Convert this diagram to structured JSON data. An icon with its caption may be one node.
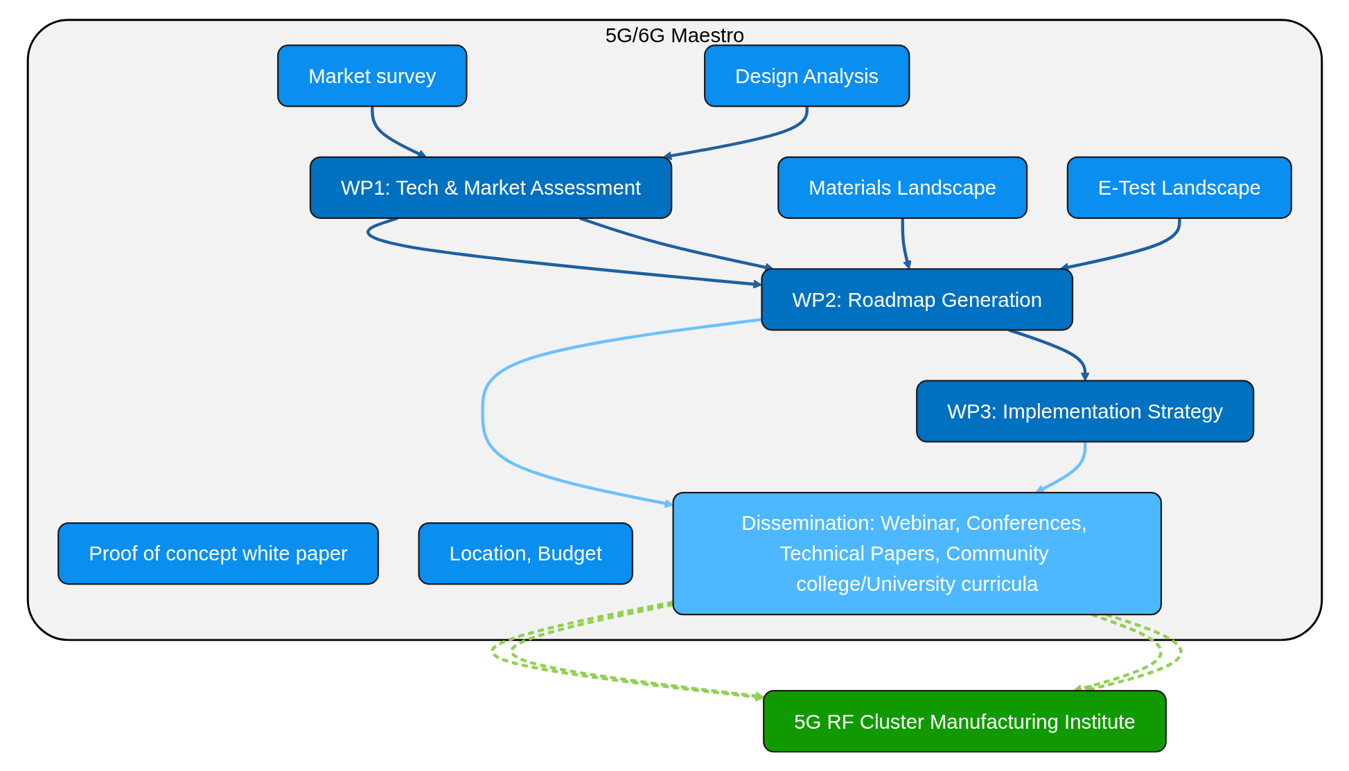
{
  "diagram": {
    "nodes": [
      {
        "text": [
          "5G/6G Maestro"
        ]
      },
      {
        "text": [
          "Market survey"
        ],
        "in": 0
      },
      {
        "text": [
          "Design Analysis"
        ],
        "in": 0
      },
      {
        "text": [
          "WP1: Tech & Market Assessment"
        ],
        "in": 0
      },
      {
        "text": [
          "Materials Landscape"
        ],
        "in": 0
      },
      {
        "text": [
          "E-Test Landscape"
        ],
        "in": 0
      },
      {
        "text": [
          "WP2: Roadmap Generation"
        ],
        "in": 0
      },
      {
        "text": [
          "Proof of concept white paper"
        ],
        "in": 0
      },
      {
        "text": [
          "Location, Budget"
        ],
        "in": 0
      },
      {
        "text": [
          "WP3: Implementation Strategy"
        ],
        "in": 0
      },
      {
        "text": [
          "Dissemination: Webinar, Conferences, Technical Papers, Community college/University curricula"
        ],
        "in": 0
      },
      {
        "text": [
          "5G RF Cluster Manufacturing Institute"
        ]
      }
    ],
    "edges": [
      {
        "from": 1,
        "to": 3,
        "arrow": "to"
      },
      {
        "from": 2,
        "to": 3,
        "arrow": "to"
      },
      {
        "from": 3,
        "to": 6,
        "arrow": "to"
      },
      {
        "from": 3,
        "to": 6,
        "arrow": "to"
      },
      {
        "from": 4,
        "to": 6,
        "arrow": "to"
      },
      {
        "from": 5,
        "to": 6,
        "arrow": "to"
      },
      {
        "from": 6,
        "to": 10,
        "arrow": "to",
        "color": "#6cc0ff"
      },
      {
        "from": 6,
        "to": 9,
        "arrow": "to"
      },
      {
        "from": 9,
        "to": 10,
        "arrow": "to",
        "color": "#6cc0ff"
      },
      {
        "from": 10,
        "to": 11,
        "arrow": "to",
        "style": "dashed",
        "color": "#92d050"
      },
      {
        "from": 10,
        "to": 11,
        "arrow": "to",
        "style": "dashed",
        "color": "#92d050"
      },
      {
        "from": 10,
        "to": 11,
        "arrow": "to",
        "style": "dashed",
        "color": "#92d050"
      },
      {
        "from": 10,
        "to": 11,
        "arrow": "to",
        "style": "dashed",
        "color": "#92d050"
      }
    ]
  }
}
